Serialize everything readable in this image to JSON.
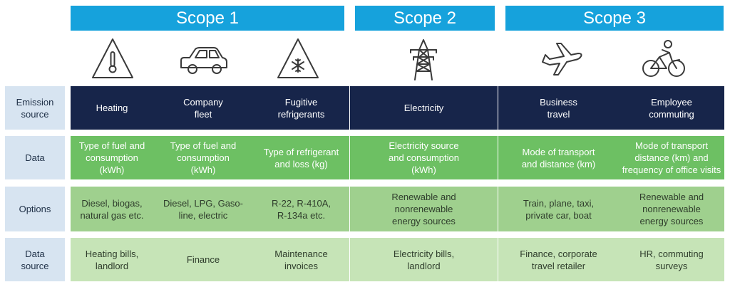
{
  "scopes": [
    "Scope 1",
    "Scope 2",
    "Scope 3"
  ],
  "icons": [
    "thermometer-warning-icon",
    "car-icon",
    "snowflake-warning-icon",
    "power-tower-icon",
    "airplane-icon",
    "cyclist-icon"
  ],
  "row_labels": {
    "emission": [
      "Emission",
      "source"
    ],
    "data": [
      "Data"
    ],
    "options": [
      "Options"
    ],
    "source": [
      "Data",
      "source"
    ]
  },
  "emission": [
    "Heating",
    "Company\nfleet",
    "Fugitive\nrefrigerants",
    "Electricity",
    "Business\ntravel",
    "Employee\ncommuting"
  ],
  "data": [
    "Type of fuel and\nconsumption\n(kWh)",
    "Type of fuel and\nconsumption\n(kWh)",
    "Type of refrigerant\nand loss (kg)",
    "Electricity source\nand consumption\n(kWh)",
    "Mode of transport\nand distance (km)",
    "Mode of transport\ndistance (km) and\nfrequency of office visits"
  ],
  "options": [
    "Diesel, biogas,\nnatural gas etc.",
    "Diesel, LPG, Gaso-\nline, electric",
    "R-22, R-410A,\nR-134a etc.",
    "Renewable and\nnonrenewable\nenergy sources",
    "Train, plane, taxi,\nprivate car, boat",
    "Renewable and\nnonrenewable\nenergy sources"
  ],
  "source": [
    "Heating bills,\nlandlord",
    "Finance",
    "Maintenance\ninvoices",
    "Electricity bills,\nlandlord",
    "Finance, corporate\ntravel retailer",
    "HR, commuting\nsurveys"
  ],
  "colors": {
    "scope": "#16a2dc",
    "emission": "#17254a",
    "data": "#6dc063",
    "options": "#9fd08e",
    "source": "#c6e4b7",
    "label": "#d7e4f1"
  }
}
